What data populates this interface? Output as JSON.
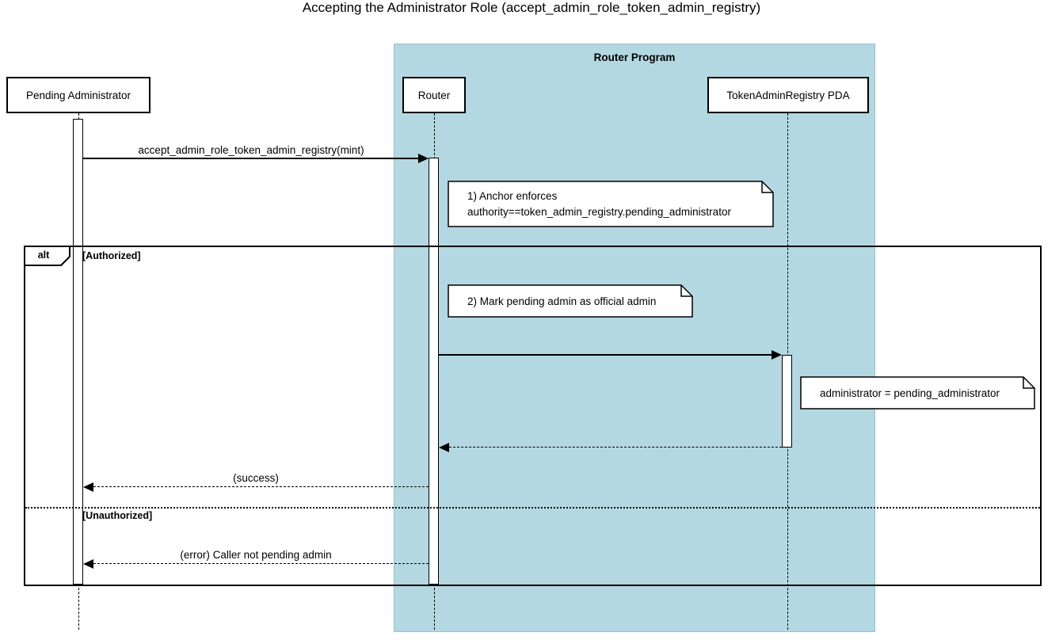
{
  "title": "Accepting the Administrator Role (accept_admin_role_token_admin_registry)",
  "program_frame": {
    "label": "Router Program"
  },
  "participants": {
    "pending_admin": {
      "label": "Pending Administrator"
    },
    "router": {
      "label": "Router"
    },
    "pda": {
      "label": "TokenAdminRegistry PDA"
    }
  },
  "messages": {
    "call": {
      "label": "accept_admin_role_token_admin_registry(mint)"
    },
    "success": {
      "label": "(success)"
    },
    "error": {
      "label": "(error) Caller not pending admin"
    }
  },
  "notes": {
    "note1": {
      "lines": [
        "1) Anchor enforces",
        "authority==token_admin_registry.pending_administrator"
      ]
    },
    "note2": {
      "text": "2) Mark pending admin as official admin"
    },
    "note3": {
      "text": "administrator = pending_administrator"
    }
  },
  "alt_frame": {
    "operator": "alt",
    "guard_authorized": "[Authorized]",
    "guard_unauthorized": "[Unauthorized]"
  },
  "colors": {
    "program_bg": "#b4d8e2",
    "note_bg": "#ffffff",
    "line": "#000000",
    "page_bg": "#ffffff"
  }
}
